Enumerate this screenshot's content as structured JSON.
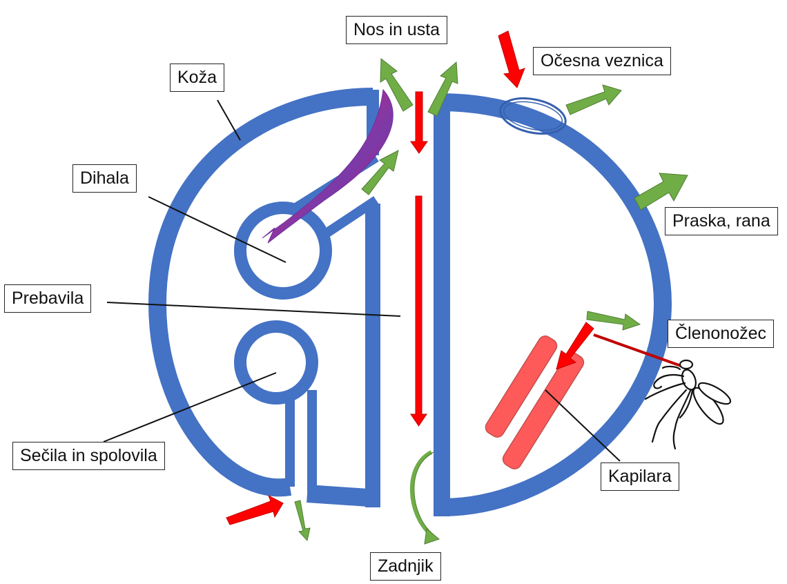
{
  "labels": {
    "nos_in_usta": "Nos in usta",
    "ocesna_veznica": "Očesna veznica",
    "koza": "Koža",
    "dihala": "Dihala",
    "praska_rana": "Praska, rana",
    "prebavila": "Prebavila",
    "clenonozec": "Členonožec",
    "secila_in_spolovila": "Sečila in spolovila",
    "kapilara": "Kapilara",
    "zadnjik": "Zadnjik"
  },
  "colors": {
    "body_wall": "#4472C4",
    "entry_arrow": "#FF0000",
    "exit_arrow": "#70AD47",
    "capillary": "#FF5A5A",
    "airway_arrow": "#E8005A"
  }
}
